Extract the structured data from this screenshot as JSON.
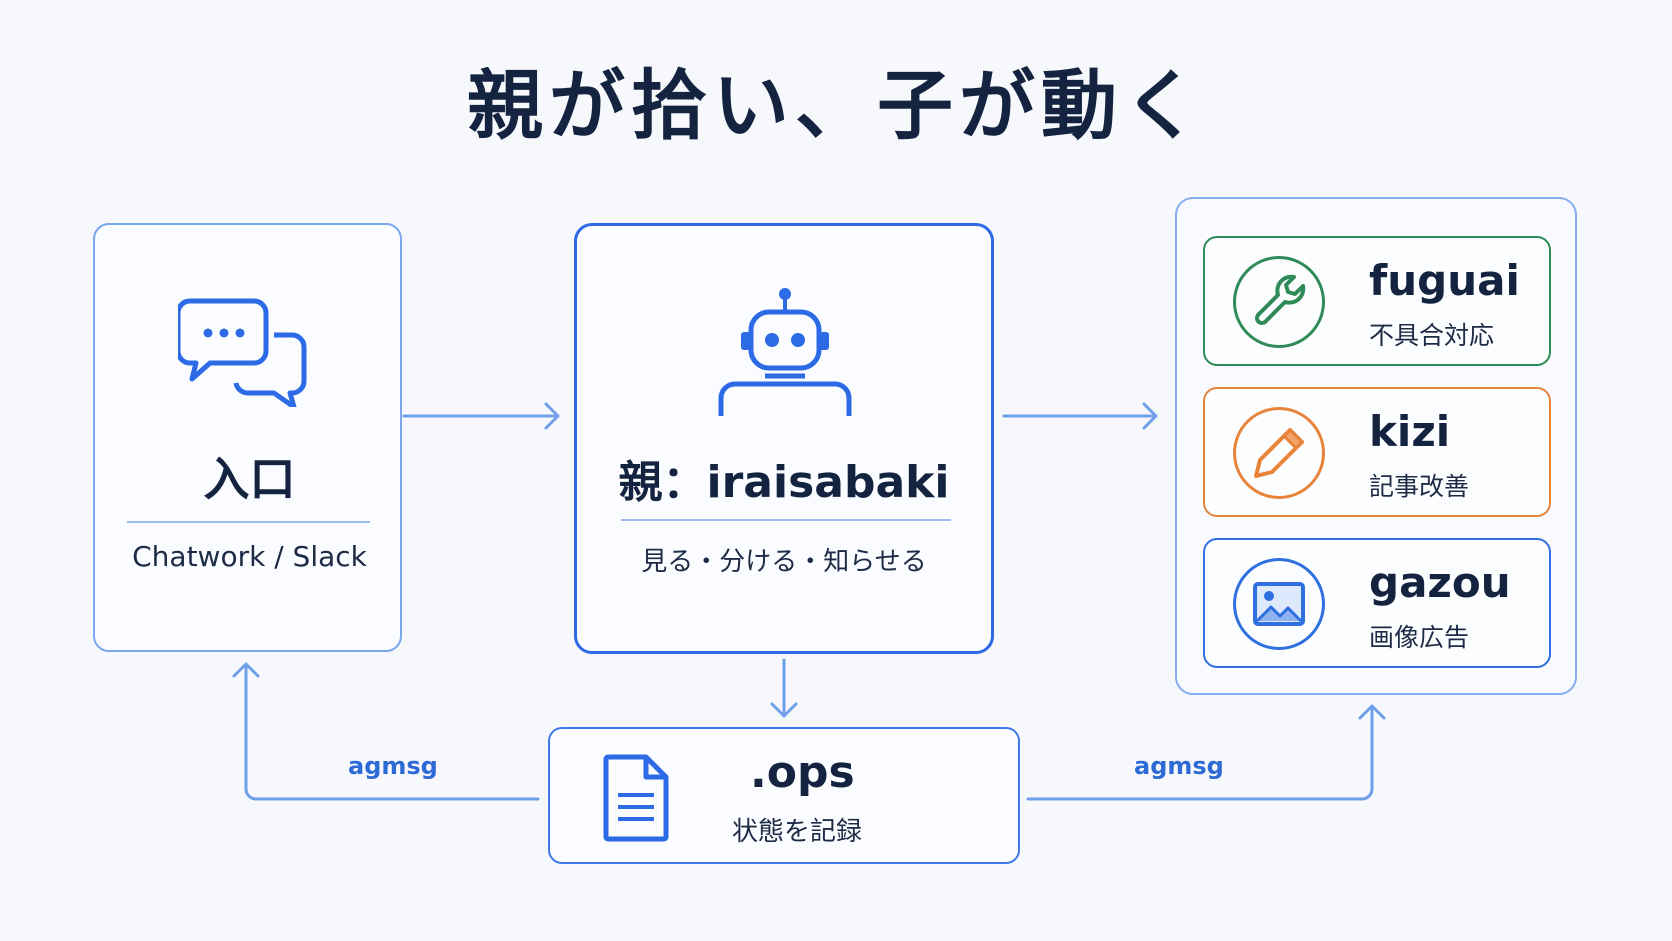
{
  "title": "親が拾い、子が動く",
  "entry": {
    "title": "入口",
    "subtitle": "Chatwork / Slack",
    "icon": "chat-bubbles-icon"
  },
  "parent": {
    "title": "親：iraisabaki",
    "subtitle": "見る・分ける・知らせる",
    "icon": "robot-icon"
  },
  "children": [
    {
      "name": "fuguai",
      "subtitle": "不具合対応",
      "icon": "wrench-icon",
      "color": "#2e8b57"
    },
    {
      "name": "kizi",
      "subtitle": "記事改善",
      "icon": "pencil-icon",
      "color": "#e8833a"
    },
    {
      "name": "gazou",
      "subtitle": "画像広告",
      "icon": "image-icon",
      "color": "#2f6fdf"
    }
  ],
  "ops": {
    "title": ".ops",
    "subtitle": "状態を記録",
    "icon": "document-icon"
  },
  "edges": {
    "left_label": "agmsg",
    "right_label": "agmsg"
  },
  "colors": {
    "accent": "#2c6ae6",
    "arrow": "#6f9fe8",
    "text": "#14233f"
  }
}
